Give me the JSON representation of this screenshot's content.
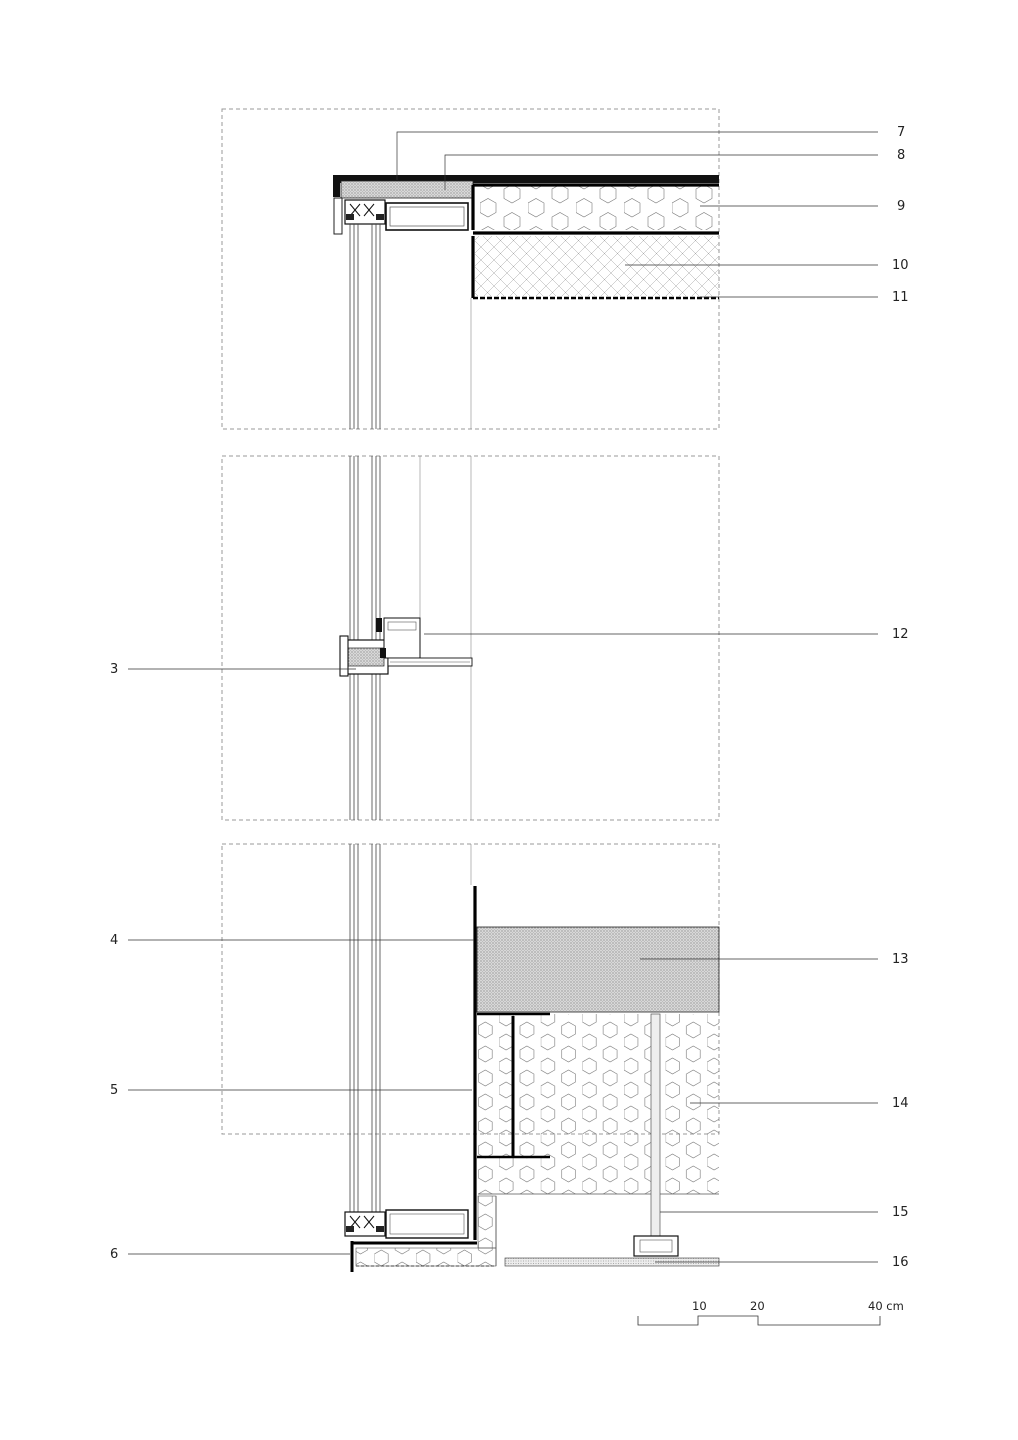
{
  "callouts": {
    "n3": "3",
    "n4": "4",
    "n5": "5",
    "n6": "6",
    "n7": "7",
    "n8": "8",
    "n9": "9",
    "n10": "10",
    "n11": "11",
    "n12": "12",
    "n13": "13",
    "n14": "14",
    "n15": "15",
    "n16": "16"
  },
  "scale_bar": {
    "t10": "10",
    "t20": "20",
    "t40": "40 cm"
  }
}
